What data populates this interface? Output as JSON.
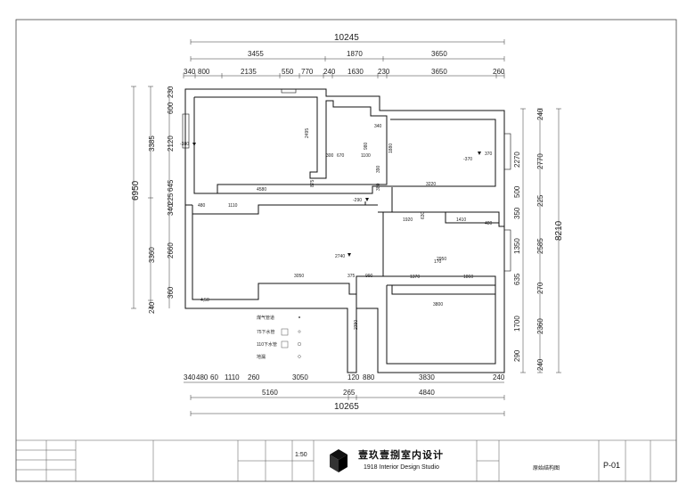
{
  "top_dims": {
    "overall": "10245",
    "row2": [
      "3455",
      "1870",
      "3650"
    ],
    "row3": [
      "340",
      "800",
      "2135",
      "550",
      "770",
      "240",
      "1630",
      "230",
      "3650",
      "260"
    ]
  },
  "bottom_dims": {
    "row1": [
      "340",
      "480",
      "60",
      "1110",
      "260",
      "3050",
      "120",
      "880",
      "3830",
      "240"
    ],
    "row2": [
      "5160",
      "265",
      "4840"
    ],
    "overall": "10265"
  },
  "left_dims": {
    "overall": "6950",
    "outer": [
      "3385",
      "3360",
      "240"
    ],
    "inner": [
      "230",
      "600",
      "2120",
      "645",
      "225",
      "340",
      "2660",
      "360"
    ]
  },
  "right_dims": {
    "overall": "8210",
    "outer": [
      "240",
      "2770",
      "225",
      "2585",
      "270",
      "2360",
      "240"
    ],
    "inner": [
      "2270",
      "500",
      "350",
      "1350",
      "635",
      "1700",
      "290"
    ]
  },
  "interior_dims": [
    "2495",
    "4580",
    "875",
    "340",
    "980",
    "1100",
    "300",
    "670",
    "1880",
    "390",
    "380",
    "3220",
    "1920",
    "630",
    "1410",
    "480",
    "1110",
    "480",
    "3050",
    "375",
    "990",
    "170",
    "1370",
    "1860",
    "3800",
    "2390",
    "4,50"
  ],
  "level_marks": [
    "-380",
    "-290",
    "2740",
    "370",
    "-370",
    "2950"
  ],
  "legend": {
    "items": [
      "煤气管道",
      "75下水管",
      "110下水管",
      "地漏"
    ]
  },
  "title_block": {
    "studio_cn": "壹玖壹捌室内设计",
    "studio_en": "1918 Interior Design Studio",
    "scale": "1:50",
    "drawing_title": "原始结构图",
    "drawing_no": "P-01"
  }
}
